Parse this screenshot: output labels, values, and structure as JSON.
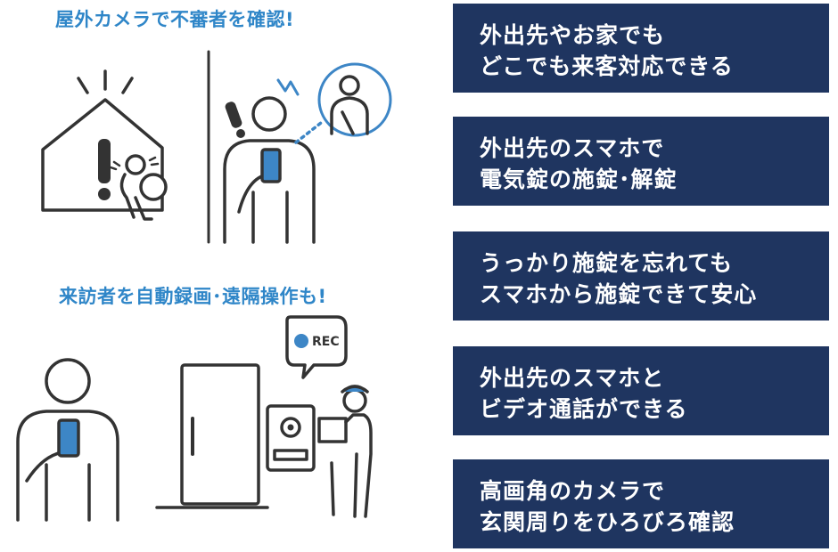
{
  "captions": {
    "top": "屋外カメラで不審者を確認!",
    "middle": "来訪者を自動録画･遠隔操作も!"
  },
  "illustration": {
    "rec_label": "REC"
  },
  "features": [
    {
      "line1": "外出先やお家でも",
      "line2": "どこでも来客対応できる"
    },
    {
      "line1": "外出先のスマホで",
      "line2": "電気錠の施錠･解錠"
    },
    {
      "line1": "うっかり施錠を忘れても",
      "line2": "スマホから施錠できて安心"
    },
    {
      "line1": "外出先のスマホと",
      "line2": "ビデオ通話ができる"
    },
    {
      "line1": "高画角のカメラで",
      "line2": "玄関周りをひろびろ確認"
    }
  ],
  "colors": {
    "caption_blue": "#2f86c8",
    "panel_navy": "#1f3560",
    "accent_blue": "#3d86c6",
    "line_dark": "#333333"
  }
}
